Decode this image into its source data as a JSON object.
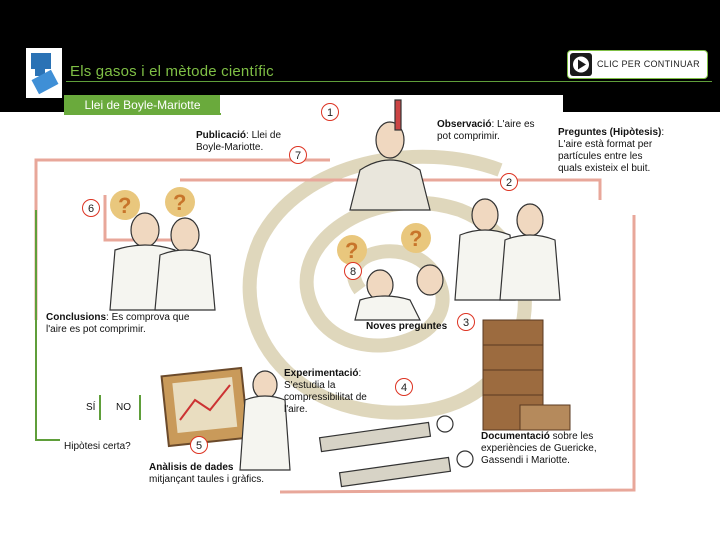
{
  "header": {
    "title": "Els gasos i el mètode científic",
    "continue_label": "CLIC PER CONTINUAR",
    "subtitle": "Llei de Boyle-Mariotte"
  },
  "steps": {
    "n1": "1",
    "n2": "2",
    "n3": "3",
    "n4": "4",
    "n5": "5",
    "n6": "6",
    "n7": "7",
    "n8": "8"
  },
  "observacio": {
    "term": "Observació",
    "rest": ": L'aire es pot comprimir."
  },
  "preguntes": {
    "term": "Preguntes (Hipòtesis)",
    "rest": ": L'aire està format per partícules entre les quals existeix el buit."
  },
  "publicacio": {
    "term": "Publicació",
    "rest": ": Llei de Boyle-Mariotte."
  },
  "conclusions": {
    "term": "Conclusions",
    "rest": ": Es comprova que l'aire es pot comprimir."
  },
  "noves": {
    "term": "Noves preguntes"
  },
  "experimentacio": {
    "term": "Experimentació",
    "rest": ": S'estudia la compressibilitat de l'aire."
  },
  "documentacio": {
    "term": "Documentació",
    "rest": " sobre les experiències de Guericke, Gassendi i Mariotte."
  },
  "analisi": {
    "term": "Anàlisis de dades",
    "rest": "mitjançant taules i gràfics."
  },
  "decision": {
    "si": "SÍ",
    "no": "NO",
    "question": "Hipòtesi certa?"
  },
  "colors": {
    "accent": "#7fbf45",
    "arrow": "#e8a79a",
    "badge_border": "#d32"
  }
}
